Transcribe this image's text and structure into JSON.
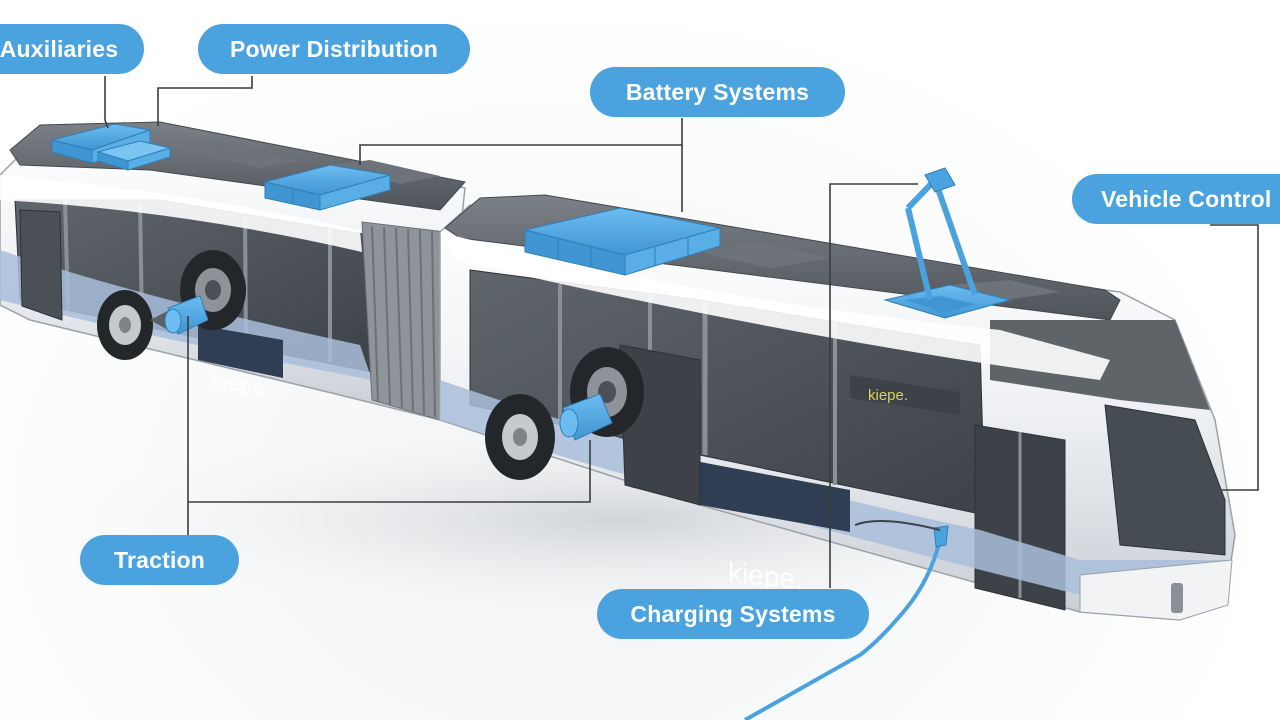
{
  "colors": {
    "accent": "#4aa3df",
    "component": "#4aa3df",
    "body_white": "#f4f5f7",
    "body_grey": "#8a9096",
    "roof_dark": "#5e6468",
    "stripe_blue": "#a9bedb",
    "brand_panel": "#2f3e52"
  },
  "labels": {
    "auxiliaries": "Auxiliaries",
    "power_distribution": "Power Distribution",
    "battery_systems": "Battery Systems",
    "vehicle_control": "Vehicle Control",
    "traction": "Traction",
    "charging_systems": "Charging Systems"
  },
  "branding": {
    "logo_text": "kiepe."
  }
}
